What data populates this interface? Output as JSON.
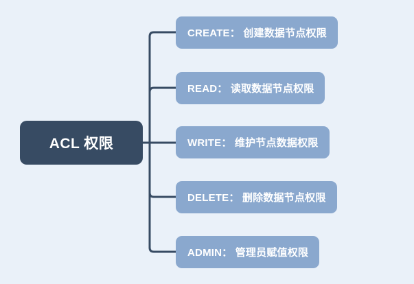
{
  "diagram": {
    "type": "mindmap",
    "title": "ACL 权限",
    "orientation": "left-to-right",
    "background_color": "#eaf1f9",
    "connector_color": "#374b63",
    "root": {
      "label": "ACL 权限",
      "fill_color": "#374b63",
      "text_color": "#ffffff"
    },
    "children": [
      {
        "label": "CREATE： 创建数据节点权限",
        "key": "CREATE",
        "separator": "：",
        "description": "创建数据节点权限",
        "fill_color": "#8aa8ce",
        "text_color": "#ffffff"
      },
      {
        "label": "READ： 读取数据节点权限",
        "key": "READ",
        "separator": "：",
        "description": "读取数据节点权限",
        "fill_color": "#8aa8ce",
        "text_color": "#ffffff"
      },
      {
        "label": "WRITE： 维护节点数据权限",
        "key": "WRITE",
        "separator": "：",
        "description": "维护节点数据权限",
        "fill_color": "#8aa8ce",
        "text_color": "#ffffff"
      },
      {
        "label": "DELETE： 删除数据节点权限",
        "key": "DELETE",
        "separator": "：",
        "description": "删除数据节点权限",
        "fill_color": "#8aa8ce",
        "text_color": "#ffffff"
      },
      {
        "label": "ADMIN： 管理员赋值权限",
        "key": "ADMIN",
        "separator": "：",
        "description": "管理员赋值权限",
        "fill_color": "#8aa8ce",
        "text_color": "#ffffff"
      }
    ]
  }
}
